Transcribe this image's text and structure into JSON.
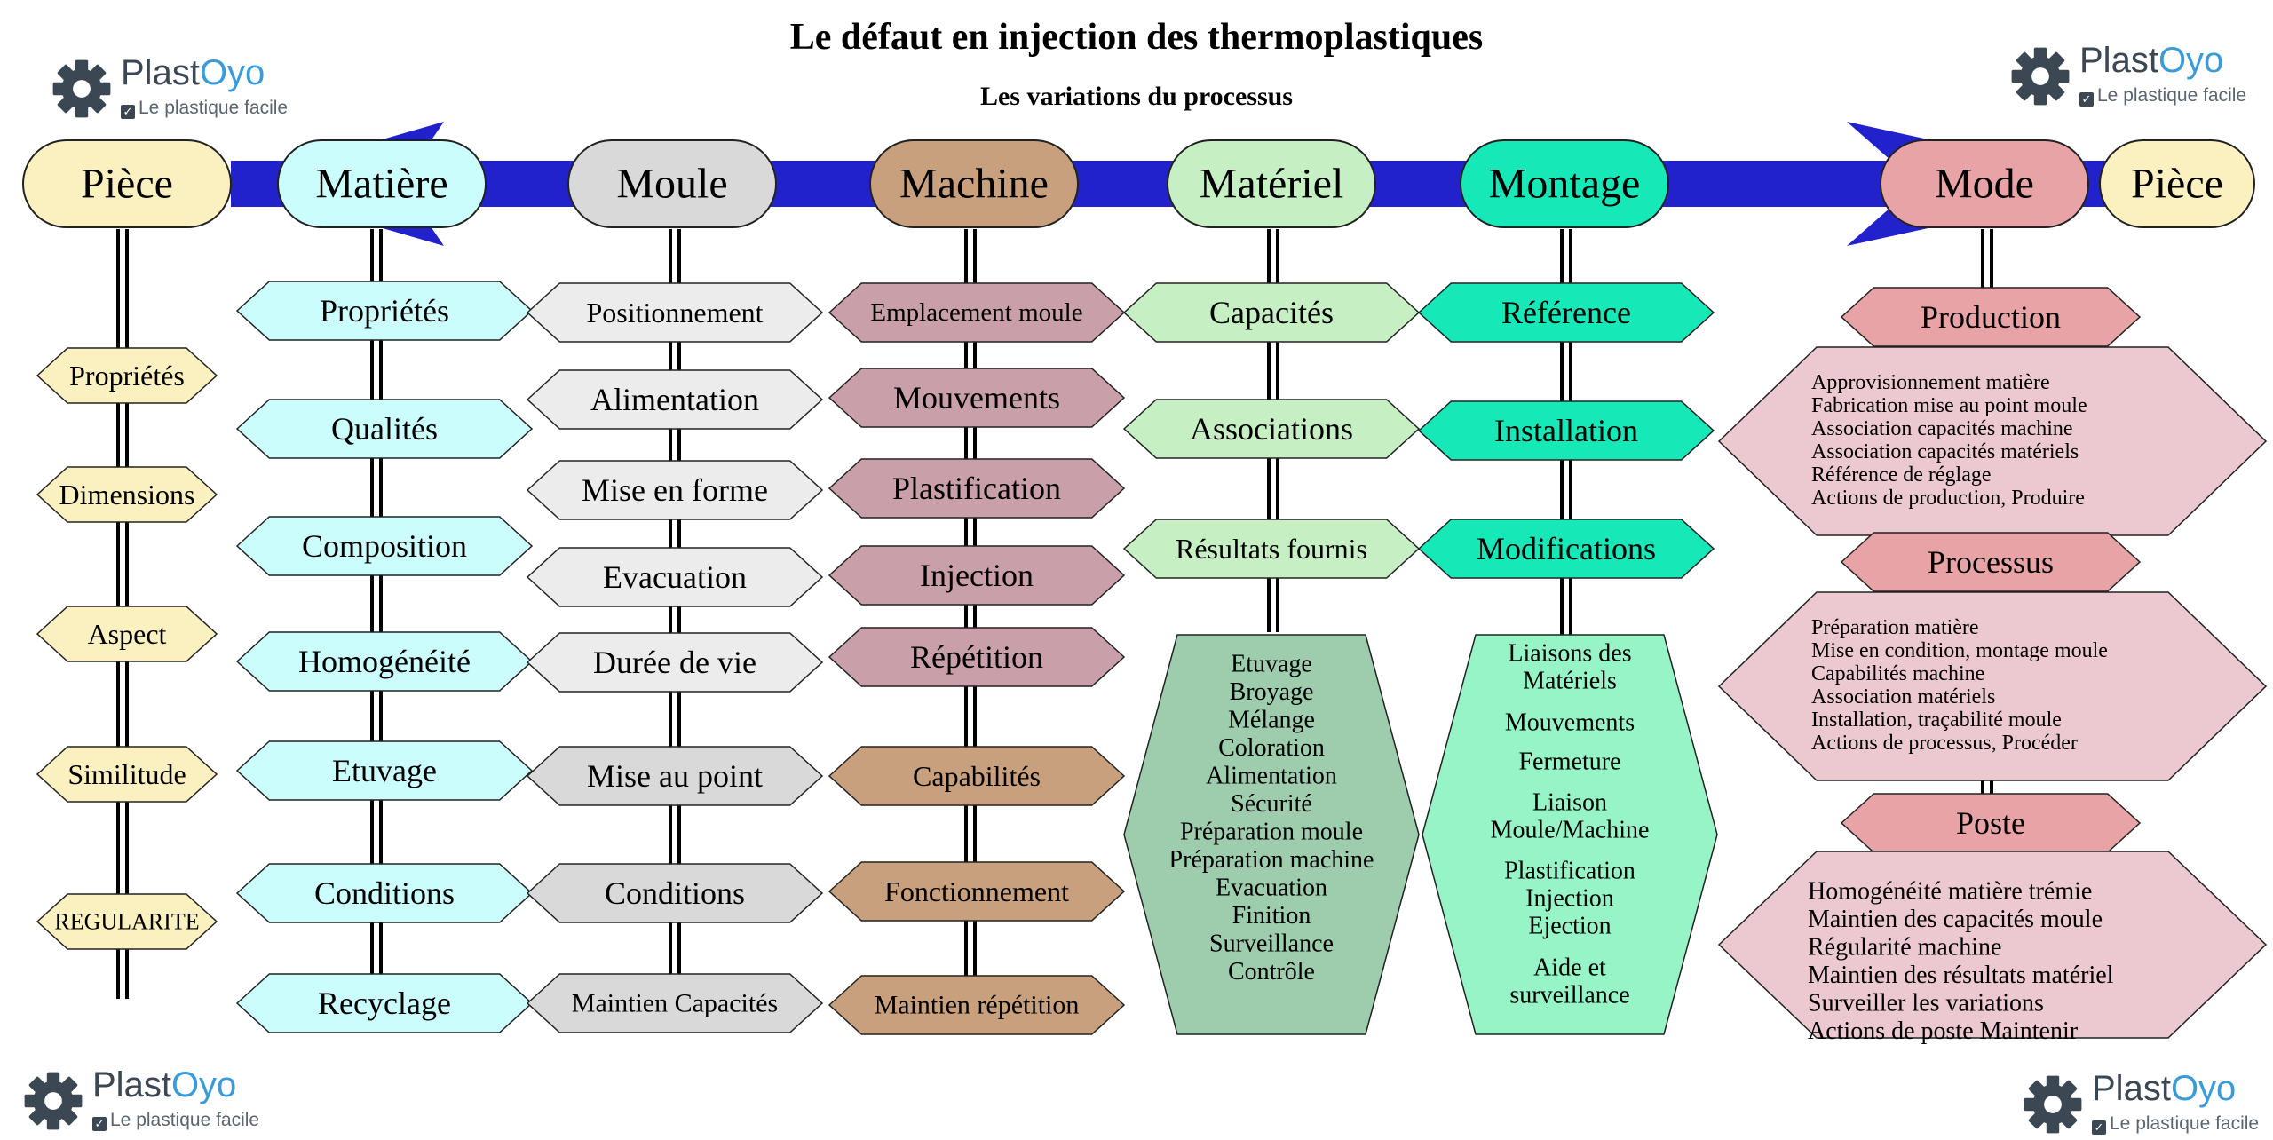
{
  "title": "Le défaut en injection des thermoplastiques",
  "subtitle": "Les variations du processus",
  "logo": {
    "brand_a": "Plast",
    "brand_b": "Oyo",
    "tagline": "Le plastique facile"
  },
  "colors": {
    "arrow": "#2222cc",
    "piece": "#fbf0c0",
    "matiere": "#ccfdfd",
    "moule": "#d9d9d9",
    "moule_light": "#ececec",
    "machine": "#c8a07e",
    "machine_pink": "#c9a0a9",
    "materiel": "#c6efc4",
    "materiel_panel": "#9ecdae",
    "montage": "#16e8b8",
    "montage_panel": "#96f4c6",
    "mode": "#e8a3a6",
    "mode_panel": "#ecc8d1"
  },
  "header": {
    "piece_left": "Pièce",
    "matiere": "Matière",
    "moule": "Moule",
    "machine": "Machine",
    "materiel": "Matériel",
    "montage": "Montage",
    "mode": "Mode",
    "piece_right": "Pièce"
  },
  "piece_items": [
    "Propriétés",
    "Dimensions",
    "Aspect",
    "Similitude",
    "REGULARITE"
  ],
  "matiere_items": [
    "Propriétés",
    "Qualités",
    "Composition",
    "Homogénéité",
    "Etuvage",
    "Conditions",
    "Recyclage"
  ],
  "moule_items": [
    "Positionnement",
    "Alimentation",
    "Mise en forme",
    "Evacuation",
    "Durée de vie",
    "Mise au point",
    "Conditions",
    "Maintien Capacités"
  ],
  "machine_items": [
    "Emplacement moule",
    "Mouvements",
    "Plastification",
    "Injection",
    "Répétition",
    "Capabilités",
    "Fonctionnement",
    "Maintien répétition"
  ],
  "materiel_items": [
    "Capacités",
    "Associations",
    "Résultats fournis"
  ],
  "materiel_panel": [
    "Etuvage",
    "Broyage",
    "Mélange",
    "Coloration",
    "Alimentation",
    "Sécurité",
    "Préparation moule",
    "Préparation machine",
    "Evacuation",
    "Finition",
    "Surveillance",
    "Contrôle"
  ],
  "montage_items": [
    "Référence",
    "Installation",
    "Modifications"
  ],
  "montage_panel": [
    "Liaisons des",
    "Matériels",
    "Mouvements",
    "Fermeture",
    "Liaison",
    "Moule/Machine",
    "Plastification",
    "Injection",
    "Ejection",
    "Aide et",
    "surveillance"
  ],
  "mode": {
    "production": {
      "label": "Production",
      "items": [
        "Approvisionnement matière",
        "Fabrication mise au point moule",
        "Association capacités machine",
        "Association capacités matériels",
        "Référence de réglage",
        "Actions de production, Produire"
      ]
    },
    "processus": {
      "label": "Processus",
      "items": [
        "Préparation matière",
        "Mise en condition, montage moule",
        "Capabilités machine",
        "Association matériels",
        "Installation, traçabilité moule",
        "Actions de processus, Procéder"
      ]
    },
    "poste": {
      "label": "Poste",
      "items": [
        "Homogénéité matière trémie",
        "Maintien des capacités moule",
        "Régularité machine",
        "Maintien des résultats matériel",
        "Surveiller les variations",
        "Actions de poste Maintenir"
      ]
    }
  }
}
